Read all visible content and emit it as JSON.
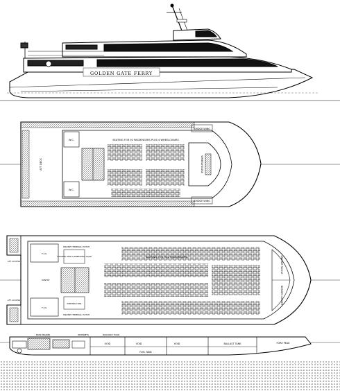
{
  "profile": {
    "hull_name": "GOLDEN GATE FERRY"
  },
  "upper_deck": {
    "seating_label": "SEATING FOR 92 PASSENGERS PLUS 4 WHEELCHAIRS",
    "bridge_wing_top": "BRIDGE WING",
    "bridge_wing_bottom": "BRIDGE WING",
    "wheelhouse": "WHEELHOUSE",
    "aft_deck_label": "AFT DECK",
    "wc_label_top": "W.C.",
    "wc_label_bottom": "W.C."
  },
  "main_deck": {
    "seating_label": "SEATING FOR 312 PASSENGERS",
    "anchor_tackle": "ANCHOR TACKLE",
    "bosuns_locker": "BOSUN'S LOCKER",
    "online_terminal_top": "ONLINE TERMINAL HATCH",
    "online_terminal_bottom": "ONLINE TERMINAL HATCH",
    "aft_access_top": "AFT ACCESS",
    "aft_access_bottom": "AFT ACCESS",
    "tvs_top": "T.V.S.",
    "tvs_bottom": "T.V.S.",
    "cleaning_gear": "CLEANING GEAR & EMERGENCY EQUIP",
    "portable_bar": "PORTABLE BAR",
    "pantry": "PANTRY"
  },
  "inboard_profile": {
    "void_1": "VOID",
    "void_2": "VOID",
    "void_3": "VOID",
    "ballast_tank": "BALLAST TANK",
    "fuel_tank": "FUEL TANK",
    "fore_peak": "FORE PEAK",
    "note_engines": "MAIN ENGINES",
    "note_waterjets": "WATERJETS",
    "note_buoyancy": "BUOYANCY FOAM"
  }
}
